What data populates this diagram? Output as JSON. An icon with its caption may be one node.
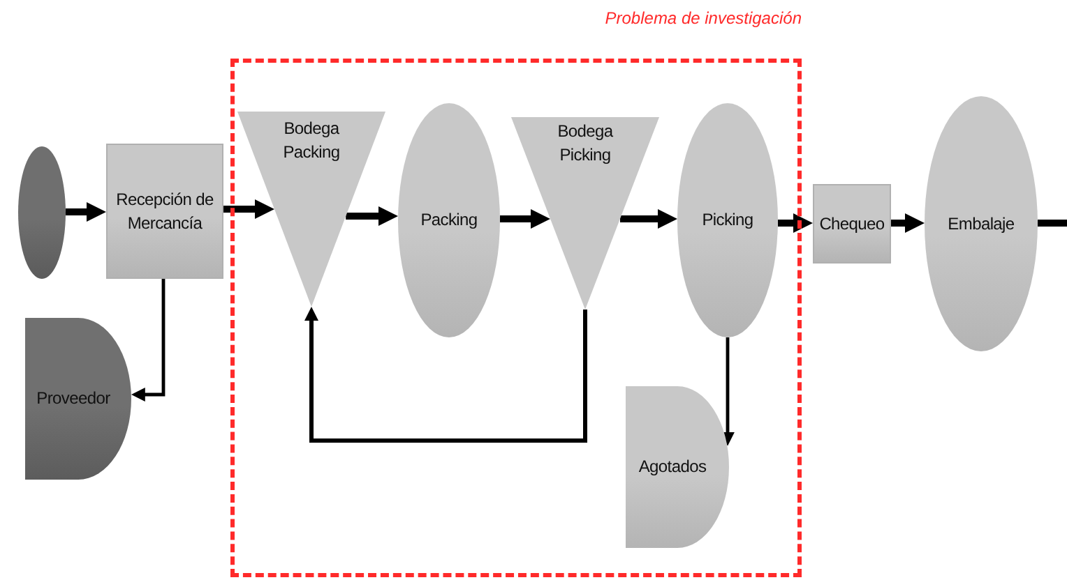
{
  "diagram": {
    "nodes": [
      {
        "text": [],
        "shape": "circle"
      },
      {
        "text": [
          "Recepción de Mercancía"
        ]
      },
      {
        "text": [
          "Proveedor"
        ]
      },
      {
        "text": [
          "Problema de investigación"
        ]
      },
      {
        "text": [
          "Bodega Packing"
        ],
        "in": 3
      },
      {
        "text": [
          "Packing"
        ],
        "in": 3
      },
      {
        "text": [
          "Bodega Picking"
        ],
        "in": 3
      },
      {
        "text": [
          "Picking"
        ],
        "in": 3
      },
      {
        "text": [
          "Agotados"
        ],
        "in": 3
      },
      {
        "text": [
          "Chequeo"
        ]
      },
      {
        "text": [
          "Embalaje"
        ]
      }
    ],
    "edges": [
      {
        "from": 0,
        "to": 1,
        "arrow": "to"
      },
      {
        "from": 1,
        "to": 4,
        "arrow": "to"
      },
      {
        "from": 1,
        "to": 2,
        "arrow": "to"
      },
      {
        "from": 4,
        "to": 5,
        "arrow": "to"
      },
      {
        "from": 5,
        "to": 6,
        "arrow": "to"
      },
      {
        "from": 6,
        "to": 7,
        "arrow": "to"
      },
      {
        "from": 6,
        "to": 4,
        "arrow": "to"
      },
      {
        "from": 7,
        "to": 9,
        "arrow": "to"
      },
      {
        "from": 7,
        "to": 8,
        "arrow": "to"
      },
      {
        "from": 9,
        "to": 10,
        "arrow": "to"
      },
      {
        "from": 10,
        "to": null,
        "arrow": "none"
      }
    ]
  }
}
